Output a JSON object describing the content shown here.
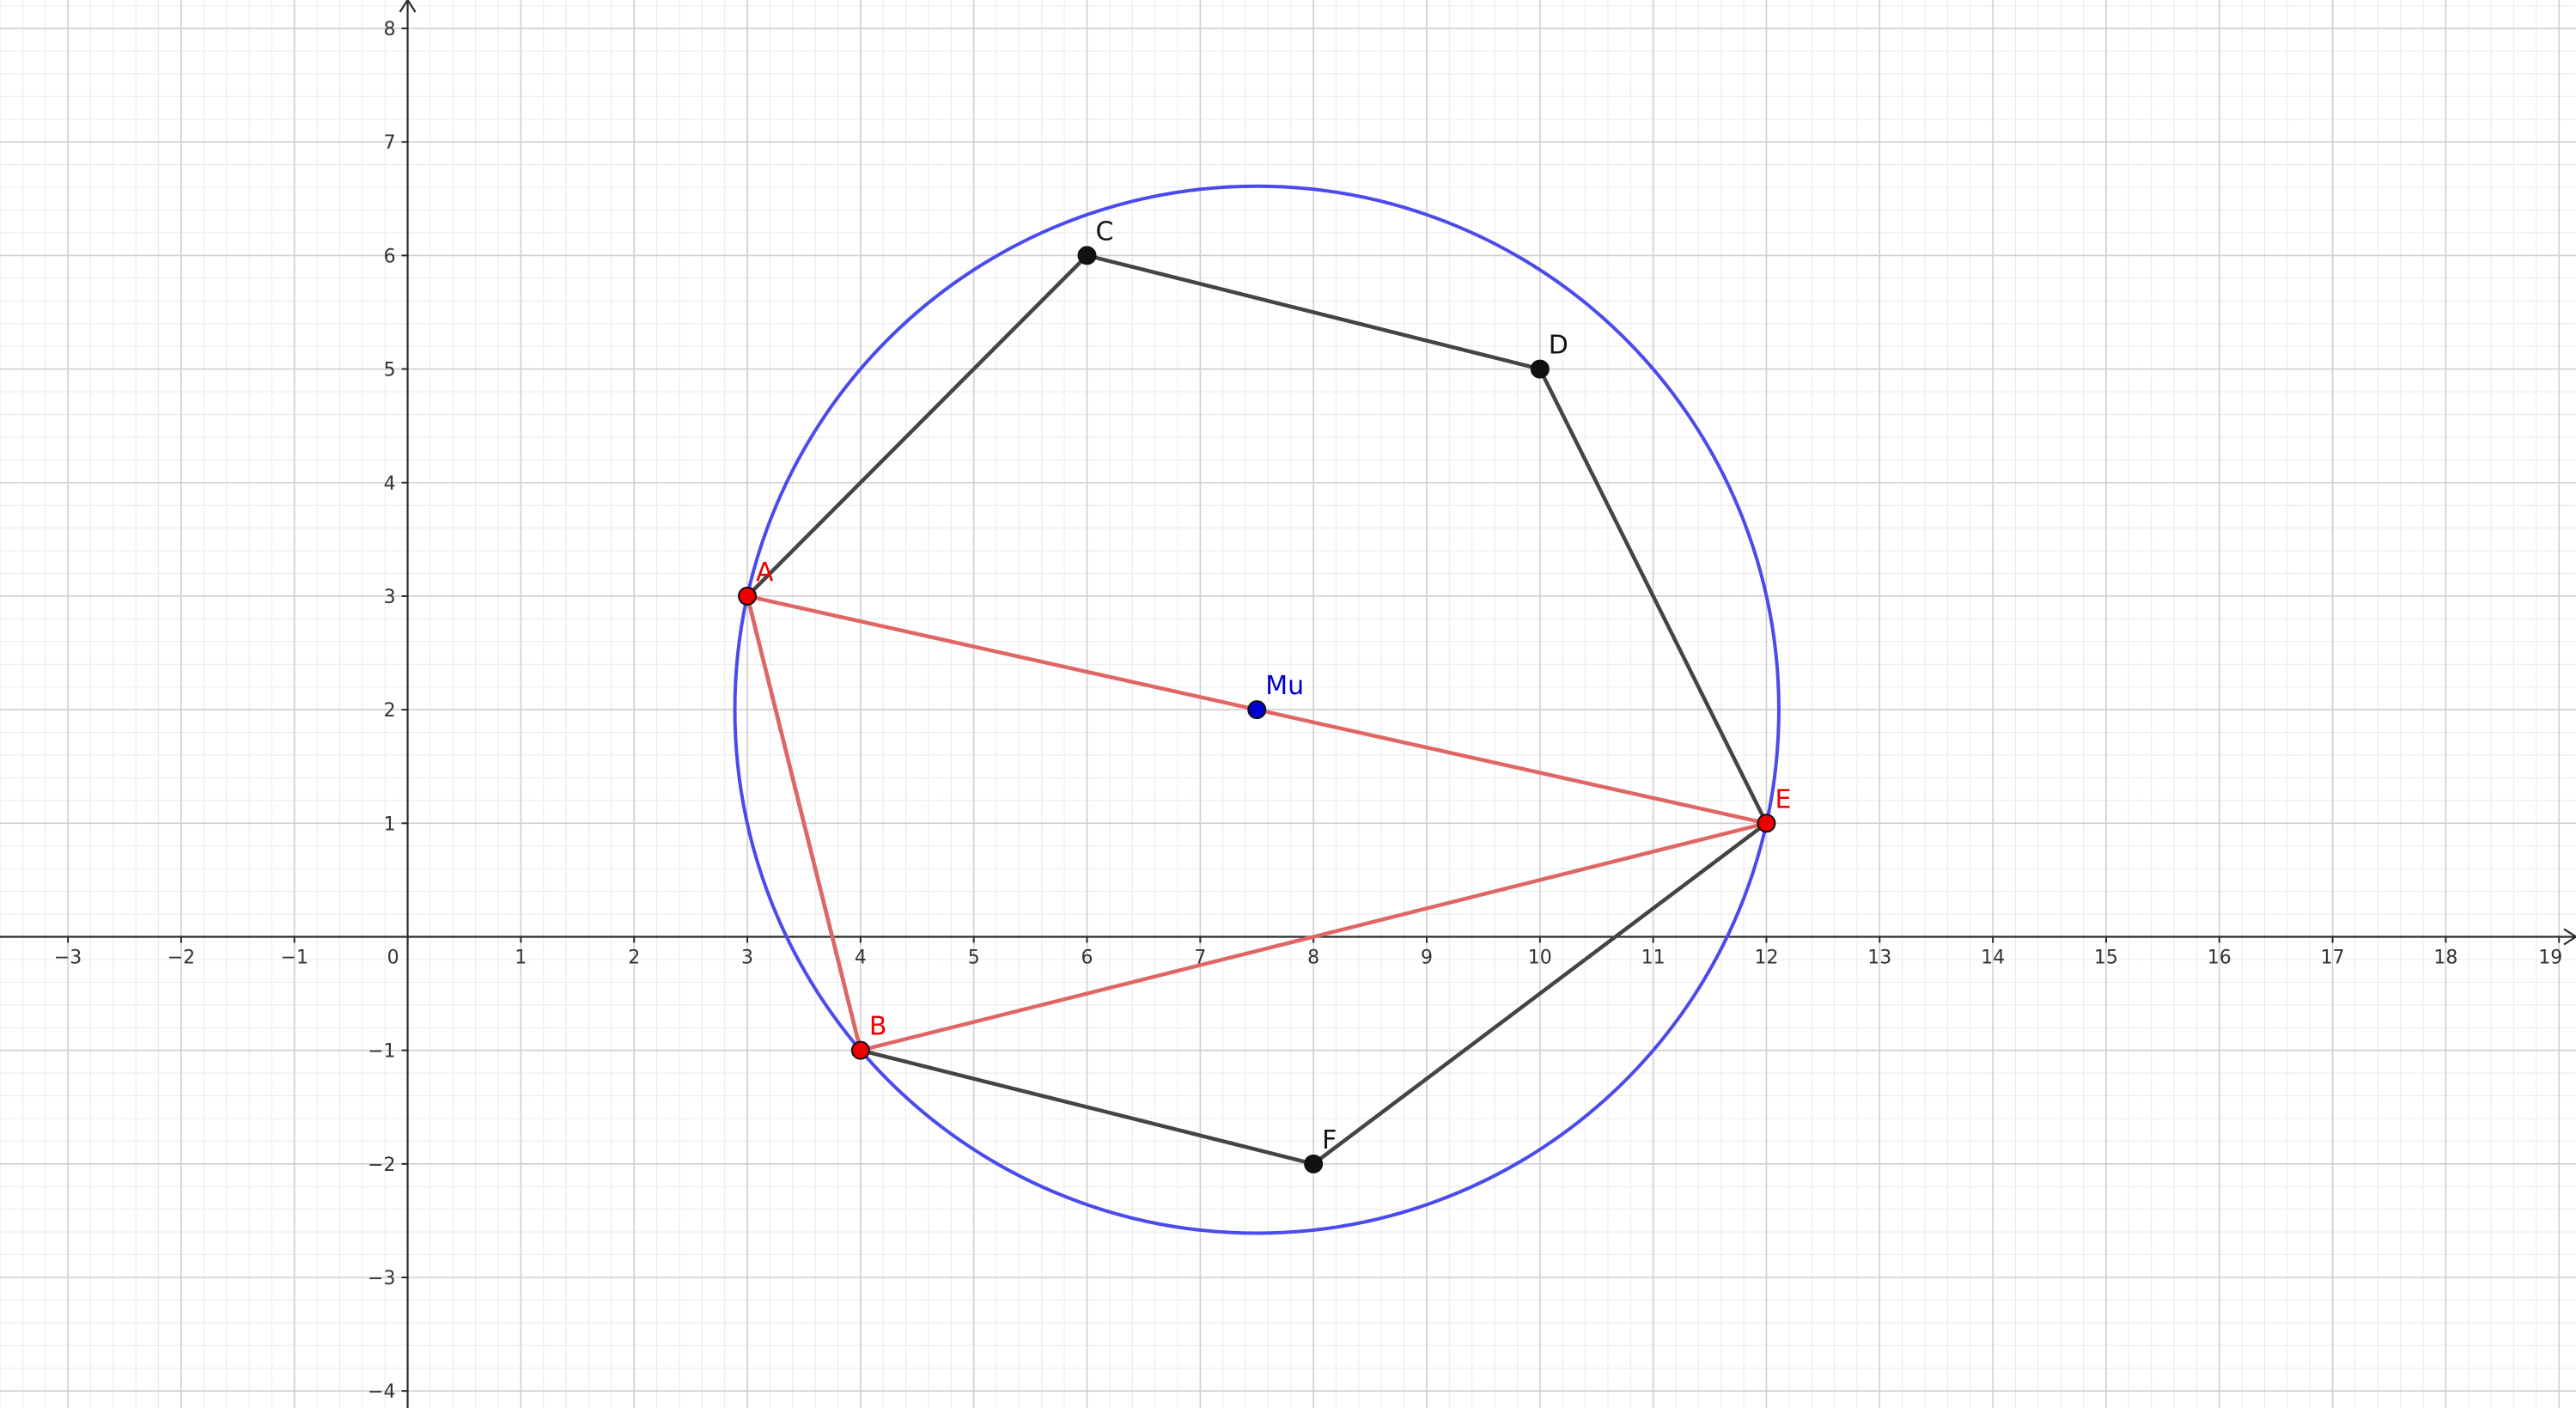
{
  "chart_data": {
    "type": "scatter",
    "xlim": [
      -3.6,
      19.15
    ],
    "ylim": [
      -4.15,
      8.25
    ],
    "x_ticks": [
      -3,
      -2,
      -1,
      0,
      1,
      2,
      3,
      4,
      5,
      6,
      7,
      8,
      9,
      10,
      11,
      12,
      13,
      14,
      15,
      16,
      17,
      18,
      19
    ],
    "y_ticks": [
      -4,
      -3,
      -2,
      -1,
      1,
      2,
      3,
      4,
      5,
      6,
      7,
      8
    ],
    "minor_divisions": 5,
    "grid": true,
    "colors": {
      "minor_grid": "#e9e9e9",
      "major_grid": "#cfcfcf",
      "axis": "#2b2b2b",
      "circle": "#4a4aee",
      "red": "#e06666",
      "red_point": "#ee0000",
      "black": "#444444",
      "blue_point": "#0000cc"
    },
    "points": [
      {
        "name": "A",
        "x": 3,
        "y": 3,
        "color": "red"
      },
      {
        "name": "B",
        "x": 4,
        "y": -1,
        "color": "red"
      },
      {
        "name": "C",
        "x": 6,
        "y": 6,
        "color": "black"
      },
      {
        "name": "D",
        "x": 10,
        "y": 5,
        "color": "black"
      },
      {
        "name": "E",
        "x": 12,
        "y": 1,
        "color": "red"
      },
      {
        "name": "F",
        "x": 8,
        "y": -2,
        "color": "black"
      },
      {
        "name": "Mu",
        "x": 7.5,
        "y": 2,
        "color": "blue"
      }
    ],
    "circle": {
      "center": [
        7.5,
        2
      ],
      "radius": 4.61
    },
    "polygon_black": [
      "A",
      "C",
      "D",
      "E",
      "F",
      "B"
    ],
    "triangle_red": [
      "A",
      "B",
      "E"
    ]
  }
}
